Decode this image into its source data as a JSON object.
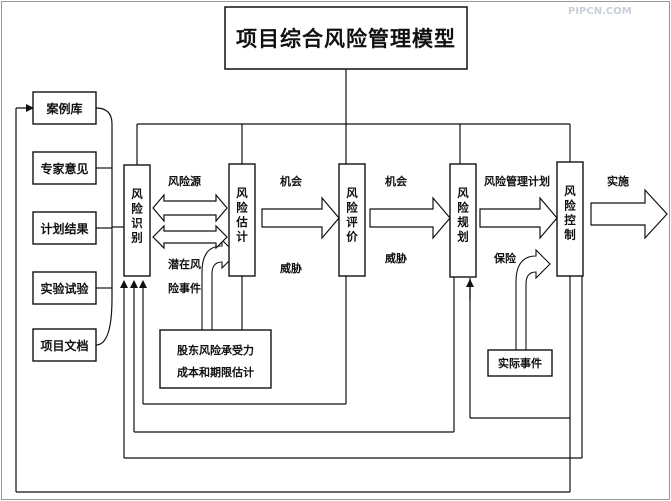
{
  "watermark": "PIPCN.COM",
  "title": "项目综合风险管理模型",
  "sources": [
    "案例库",
    "专家意见",
    "计划结果",
    "实验试验",
    "项目文档"
  ],
  "stages": {
    "identify": "风险识别",
    "estimate": "风险估计",
    "evaluate": "风险评价",
    "plan": "风险规划",
    "control": "风险控制"
  },
  "labels": {
    "risk_source": "风险源",
    "latent_event_1": "潜在风",
    "latent_event_2": "险事件",
    "opportunity_1": "机会",
    "threat_1": "威胁",
    "opportunity_2": "机会",
    "threat_2": "威胁",
    "risk_plan": "风险管理计划",
    "insurance": "保险",
    "implement": "实施"
  },
  "estimate_box": {
    "line1": "股东风险承受力",
    "line2": "成本和期限估计"
  },
  "actual_event": "实际事件"
}
